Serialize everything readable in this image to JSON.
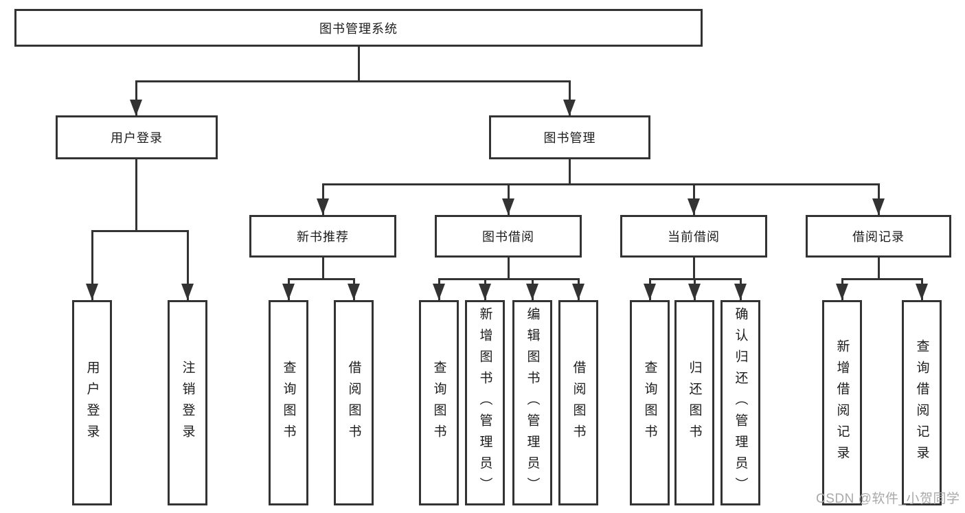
{
  "diagram": {
    "root": "图书管理系统",
    "level1": {
      "user_login": "用户登录",
      "book_mgmt": "图书管理"
    },
    "level2": {
      "new_book": "新书推荐",
      "book_borrow": "图书借阅",
      "current_borrow": "当前借阅",
      "borrow_record": "借阅记录"
    },
    "leaves": {
      "user_login": "用户登录",
      "logout": "注销登录",
      "nb_query_book": "查询图书",
      "nb_borrow_book": "借阅图书",
      "bb_query_book": "查询图书",
      "bb_add_book": "新增图书（管理员）",
      "bb_edit_book": "编辑图书（管理员）",
      "bb_borrow_book": "借阅图书",
      "cb_query_book": "查询图书",
      "cb_return_book": "归还图书",
      "cb_confirm_return": "确认归还（管理员）",
      "br_add_record": "新增借阅记录",
      "br_query_record": "查询借阅记录"
    },
    "watermark": "CSDN @软件_小贺同学",
    "colors": {
      "line": "#333333",
      "box_background": "#ffffff",
      "text": "#1c1c1c",
      "watermark": "#a9a9a9"
    }
  }
}
